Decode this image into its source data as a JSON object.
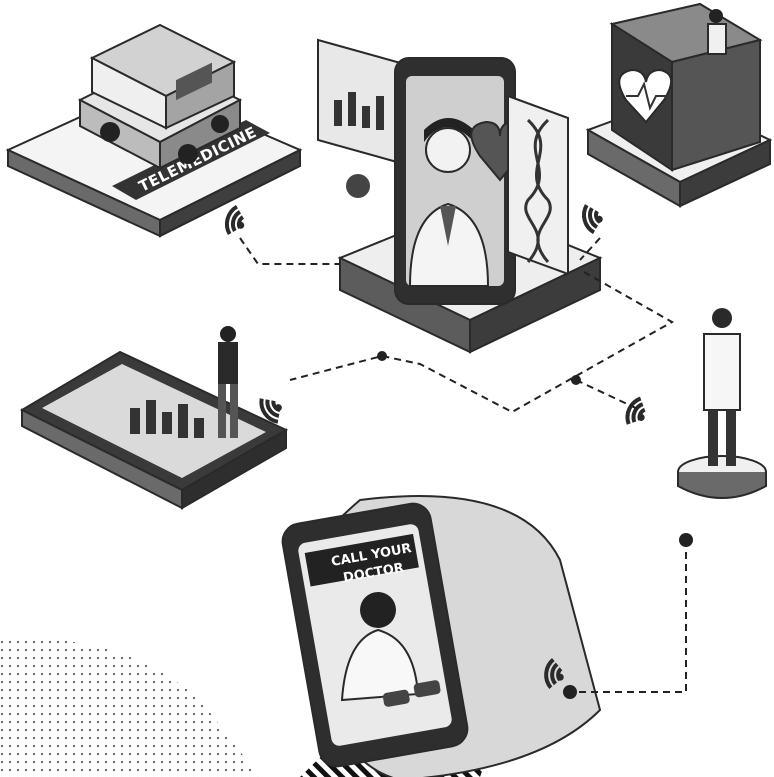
{
  "illustration": {
    "ambulance_sign": "TELEMEDICINE",
    "phone_banner_line1": "CALL YOUR",
    "phone_banner_line2": "DOCTOR"
  },
  "icons": [
    "ambulance-icon",
    "heart-icon",
    "dna-icon",
    "wifi-icon",
    "bar-chart-icon",
    "pill-icon",
    "phone-icon"
  ],
  "palette": {
    "ink": "#2a2a2a",
    "dark": "#4a4a4a",
    "mid": "#9a9a9a",
    "light": "#dcdcdc",
    "paper": "#ffffff"
  }
}
